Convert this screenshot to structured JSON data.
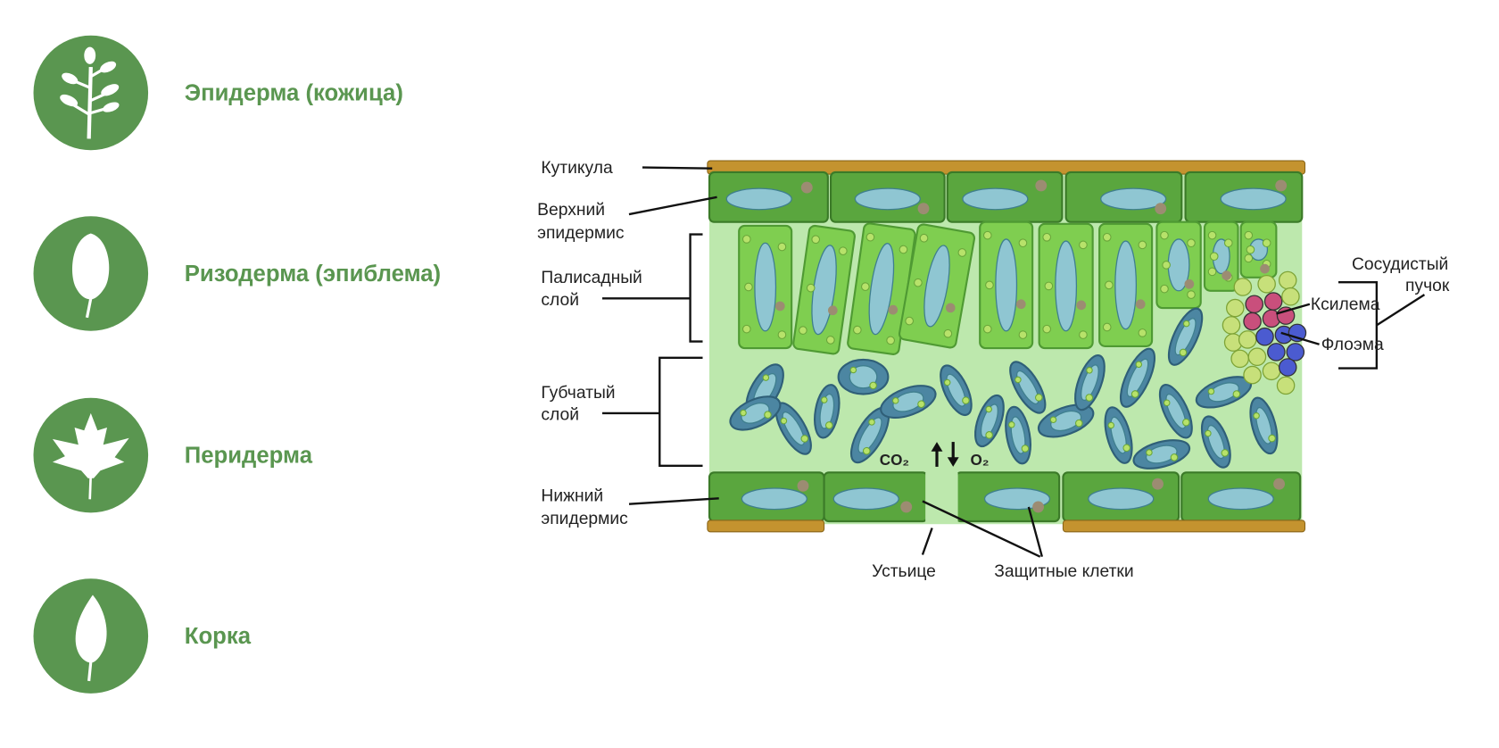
{
  "tissues": [
    {
      "icon": "branch-icon",
      "label": "Эпидерма (кожица)"
    },
    {
      "icon": "round-leaf-icon",
      "label": "Ризодерма (эпиблема)"
    },
    {
      "icon": "maple-leaf-icon",
      "label": "Перидерма"
    },
    {
      "icon": "oval-leaf-icon",
      "label": "Корка"
    }
  ],
  "diagram": {
    "cuticle": "Кутикула",
    "upper_epidermis": [
      "Верхний",
      "эпидермис"
    ],
    "palisade": [
      "Палисадный",
      "слой"
    ],
    "spongy": [
      "Губчатый",
      "слой"
    ],
    "lower_epidermis": [
      "Нижний",
      "эпидермис"
    ],
    "stoma": "Устьице",
    "guard_cells": "Защитные клетки",
    "vascular_bundle": [
      "Сосудистый",
      "пучок"
    ],
    "xylem": "Ксилема",
    "phloem": "Флоэма",
    "co2": "CO₂",
    "o2": "O₂"
  },
  "colors": {
    "accent": "#5a9650",
    "xylem": "#c94f7c",
    "phloem": "#4b5bd0"
  }
}
